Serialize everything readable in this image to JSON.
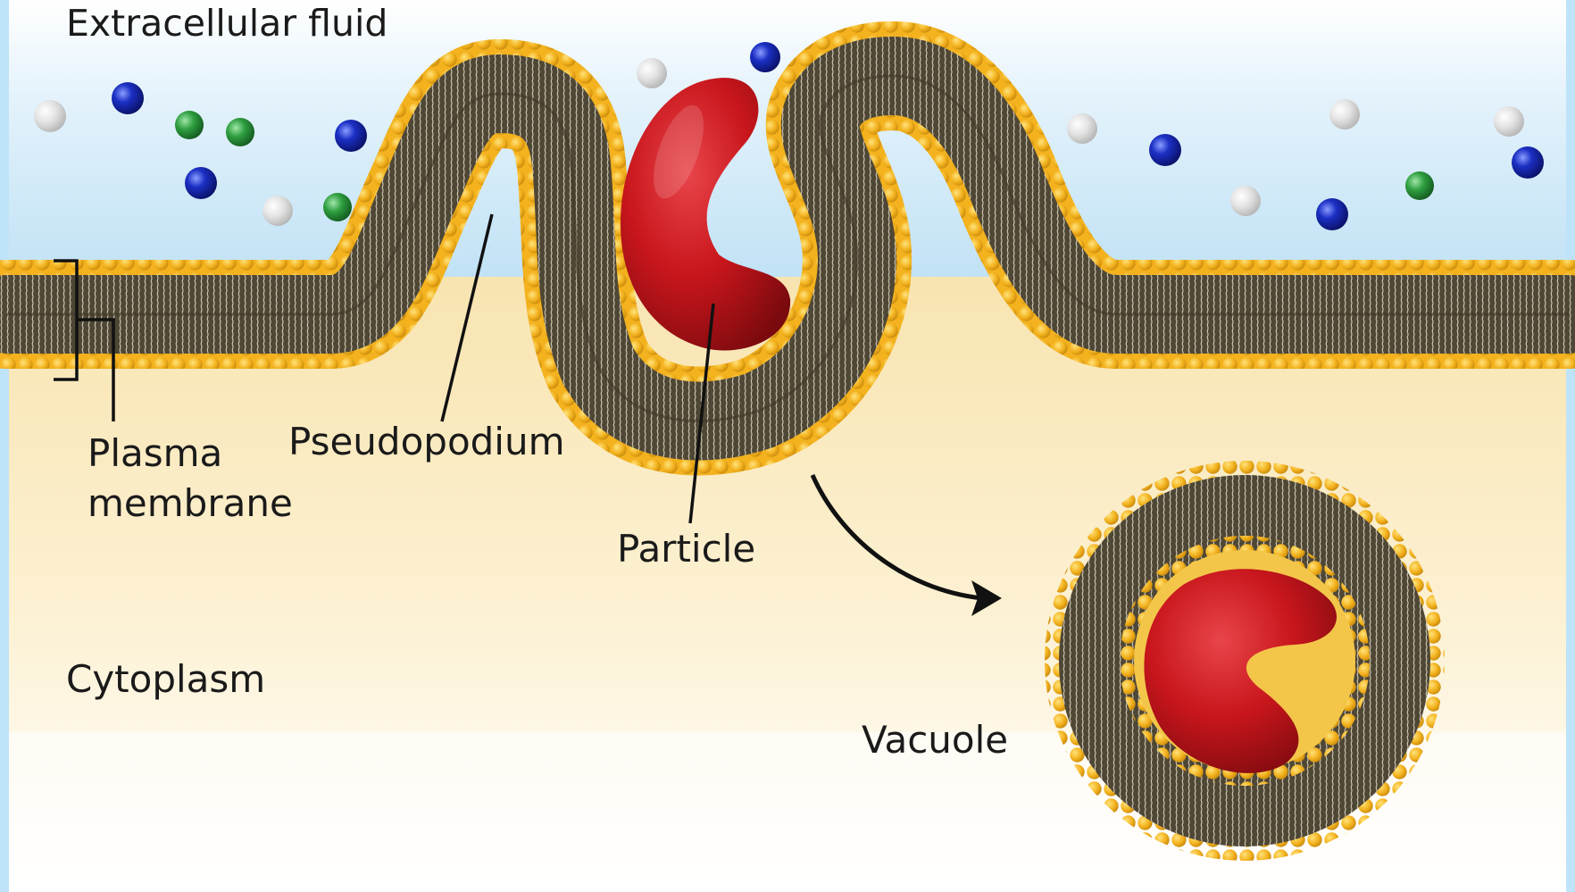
{
  "labels": {
    "extracellular": "Extracellular fluid",
    "plasma_line1": "Plasma",
    "plasma_line2": "membrane",
    "pseudopodium": "Pseudopodium",
    "particle": "Particle",
    "cytoplasm": "Cytoplasm",
    "vacuole": "Vacuole"
  },
  "colors": {
    "frame": "#bfe3f8",
    "extracellular_fluid": "#cfe9f8",
    "cytoplasm": "#fbefcb",
    "membrane_core": "#4f4735",
    "phospholipid_head": "#f3b21e",
    "lipid_tail": "#e9e4d4",
    "particle": "#c8161c",
    "solute_blue": "#1b25a8",
    "solute_green": "#2e8b3c",
    "solute_white": "#e2e2e2",
    "arrow": "#111111"
  }
}
